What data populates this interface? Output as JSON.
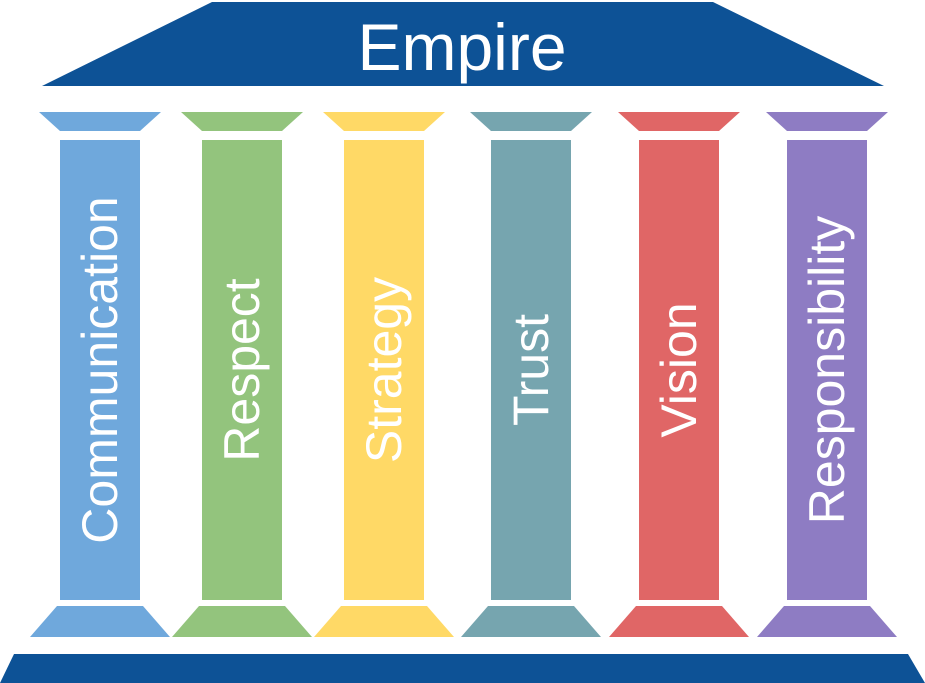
{
  "roof": {
    "title": "Empire",
    "color": "#0d5296"
  },
  "base": {
    "color": "#0d5296"
  },
  "text_color": "#ffffff",
  "pillars": [
    {
      "label": "Communication",
      "color": "#6fa8dc"
    },
    {
      "label": "Respect",
      "color": "#93c47d"
    },
    {
      "label": "Strategy",
      "color": "#ffd966"
    },
    {
      "label": "Trust",
      "color": "#76a5af"
    },
    {
      "label": "Vision",
      "color": "#e06666"
    },
    {
      "label": "Responsibility",
      "color": "#8e7cc3"
    }
  ]
}
